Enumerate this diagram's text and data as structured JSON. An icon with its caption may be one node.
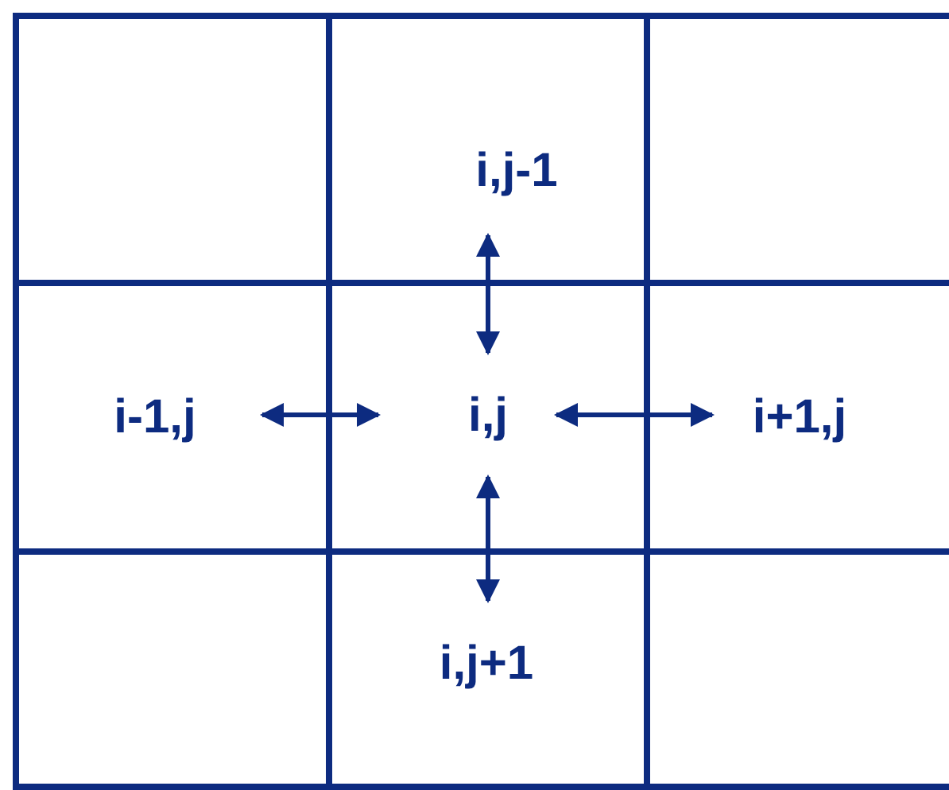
{
  "diagram": {
    "nodes": [
      {
        "text": [
          "i,j-1"
        ]
      },
      {
        "text": [
          "i-1,j"
        ]
      },
      {
        "text": [
          "i,j"
        ]
      },
      {
        "text": [
          "i+1,j"
        ]
      },
      {
        "text": [
          "i,j+1"
        ]
      }
    ],
    "edges": [
      {
        "from": 2,
        "to": 0,
        "arrow": "both"
      },
      {
        "from": 2,
        "to": 1,
        "arrow": "both"
      },
      {
        "from": 2,
        "to": 3,
        "arrow": "both"
      },
      {
        "from": 2,
        "to": 4,
        "arrow": "both"
      }
    ]
  }
}
